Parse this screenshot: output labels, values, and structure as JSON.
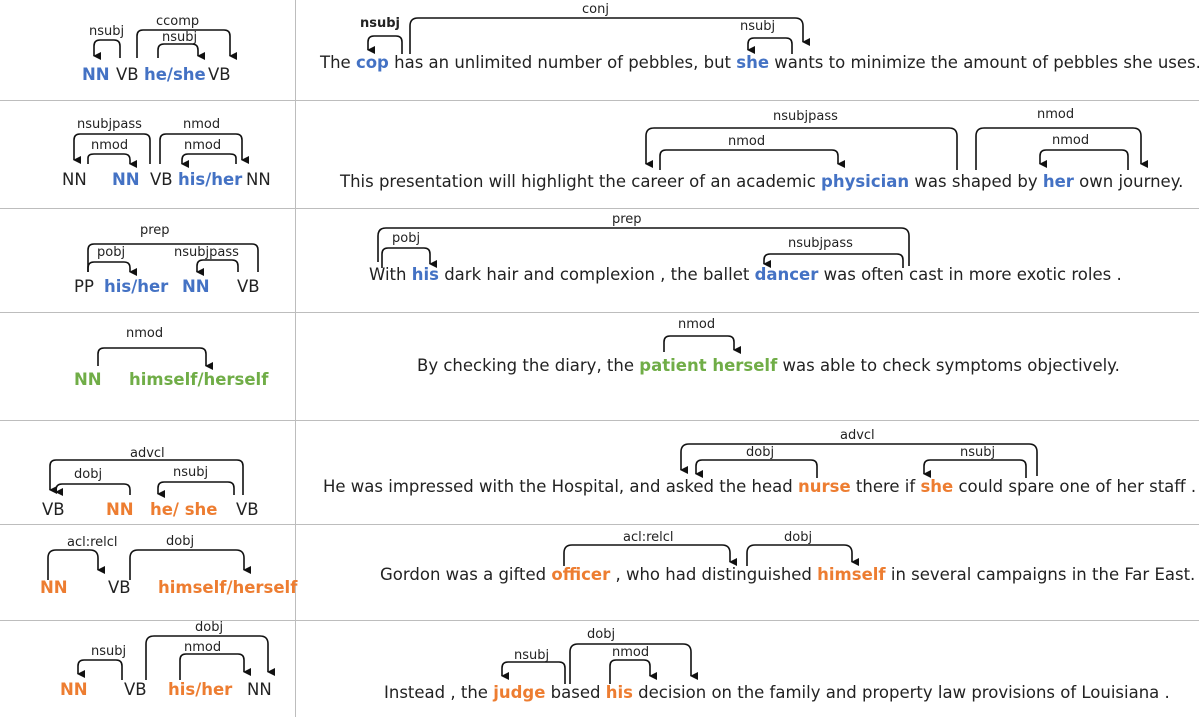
{
  "colors": {
    "blue": "#4472c4",
    "green": "#70ad47",
    "orange": "#ed7d31"
  },
  "rows": [
    {
      "pattern": [
        {
          "text": "NN",
          "color": "blue"
        },
        {
          "text": "VB",
          "color": ""
        },
        {
          "text": "he/she",
          "color": "blue"
        },
        {
          "text": "VB",
          "color": ""
        }
      ],
      "pattern_labels": [
        "nsubj",
        "ccomp",
        "nsubj"
      ],
      "sentence": [
        {
          "text": "The ",
          "color": ""
        },
        {
          "text": "cop",
          "color": "blue"
        },
        {
          "text": " has an unlimited number of pebbles, but ",
          "color": ""
        },
        {
          "text": "she",
          "color": "blue"
        },
        {
          "text": " wants to minimize the amount of pebbles she uses.",
          "color": ""
        }
      ],
      "sentence_labels": [
        "nsubj",
        "conj",
        "nsubj"
      ]
    },
    {
      "pattern": [
        {
          "text": "NN",
          "color": ""
        },
        {
          "text": "NN",
          "color": "blue"
        },
        {
          "text": "VB",
          "color": ""
        },
        {
          "text": "his/her",
          "color": "blue"
        },
        {
          "text": "NN",
          "color": ""
        }
      ],
      "pattern_labels": [
        "nsubjpass",
        "nmod",
        "nmod",
        "nmod"
      ],
      "sentence": [
        {
          "text": "This presentation will highlight the career of an academic ",
          "color": ""
        },
        {
          "text": "physician",
          "color": "blue"
        },
        {
          "text": " was shaped by ",
          "color": ""
        },
        {
          "text": "her",
          "color": "blue"
        },
        {
          "text": " own journey.",
          "color": ""
        }
      ],
      "sentence_labels": [
        "nsubjpass",
        "nmod",
        "nmod",
        "nmod"
      ]
    },
    {
      "pattern": [
        {
          "text": "PP",
          "color": ""
        },
        {
          "text": "his/her",
          "color": "blue"
        },
        {
          "text": "NN",
          "color": "blue"
        },
        {
          "text": "VB",
          "color": ""
        }
      ],
      "pattern_labels": [
        "prep",
        "pobj",
        "nsubjpass"
      ],
      "sentence": [
        {
          "text": "With ",
          "color": ""
        },
        {
          "text": "his",
          "color": "blue"
        },
        {
          "text": " dark hair and complexion , the ballet ",
          "color": ""
        },
        {
          "text": "dancer",
          "color": "blue"
        },
        {
          "text": " was often cast in more exotic roles .",
          "color": ""
        }
      ],
      "sentence_labels": [
        "prep",
        "pobj",
        "nsubjpass"
      ]
    },
    {
      "pattern": [
        {
          "text": "NN",
          "color": "green"
        },
        {
          "text": "himself/herself",
          "color": "green"
        }
      ],
      "pattern_labels": [
        "nmod"
      ],
      "sentence": [
        {
          "text": "By checking the diary, the ",
          "color": ""
        },
        {
          "text": "patient herself",
          "color": "green"
        },
        {
          "text": " was able to check symptoms objectively.",
          "color": ""
        }
      ],
      "sentence_labels": [
        "nmod"
      ]
    },
    {
      "pattern": [
        {
          "text": "VB",
          "color": ""
        },
        {
          "text": "NN",
          "color": "orange"
        },
        {
          "text": "he/ she",
          "color": "orange"
        },
        {
          "text": "VB",
          "color": ""
        }
      ],
      "pattern_labels": [
        "advcl",
        "dobj",
        "nsubj"
      ],
      "sentence": [
        {
          "text": "He was impressed with the Hospital, and asked the head ",
          "color": ""
        },
        {
          "text": "nurse",
          "color": "orange"
        },
        {
          "text": " there if ",
          "color": ""
        },
        {
          "text": "she",
          "color": "orange"
        },
        {
          "text": " could spare one of her staff .",
          "color": ""
        }
      ],
      "sentence_labels": [
        "advcl",
        "dobj",
        "nsubj"
      ]
    },
    {
      "pattern": [
        {
          "text": "NN",
          "color": "orange"
        },
        {
          "text": "VB",
          "color": ""
        },
        {
          "text": "himself/herself",
          "color": "orange"
        }
      ],
      "pattern_labels": [
        "acl:relcl",
        "dobj"
      ],
      "sentence": [
        {
          "text": "Gordon was a gifted ",
          "color": ""
        },
        {
          "text": "officer",
          "color": "orange"
        },
        {
          "text": " , who had distinguished ",
          "color": ""
        },
        {
          "text": "himself",
          "color": "orange"
        },
        {
          "text": " in several campaigns in the Far East.",
          "color": ""
        }
      ],
      "sentence_labels": [
        "acl:relcl",
        "dobj"
      ]
    },
    {
      "pattern": [
        {
          "text": "NN",
          "color": "orange"
        },
        {
          "text": "VB",
          "color": ""
        },
        {
          "text": "his/her",
          "color": "orange"
        },
        {
          "text": "NN",
          "color": ""
        }
      ],
      "pattern_labels": [
        "nsubj",
        "dobj",
        "nmod"
      ],
      "sentence": [
        {
          "text": "Instead , the ",
          "color": ""
        },
        {
          "text": "judge",
          "color": "orange"
        },
        {
          "text": " based ",
          "color": ""
        },
        {
          "text": "his",
          "color": "orange"
        },
        {
          "text": " decision on the family and property law provisions of Louisiana .",
          "color": ""
        }
      ],
      "sentence_labels": [
        "nsubj",
        "dobj",
        "nmod"
      ]
    }
  ]
}
